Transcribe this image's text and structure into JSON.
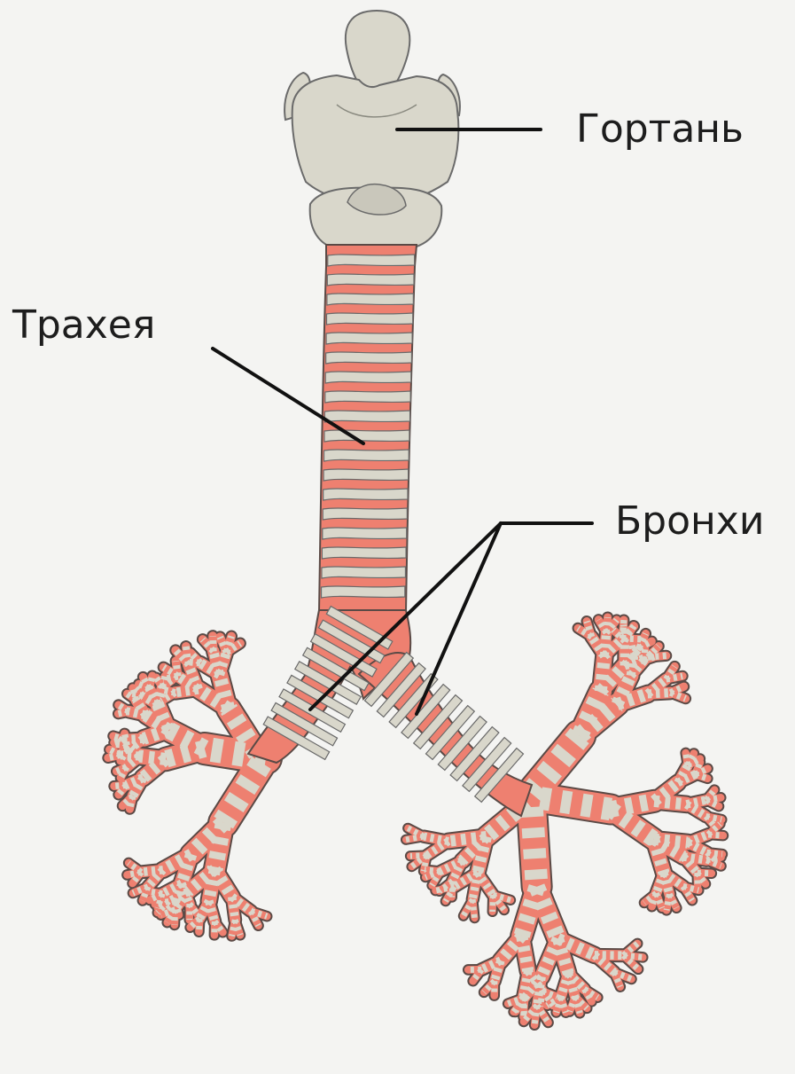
{
  "labels": {
    "larynx": "Гортань",
    "trachea": "Трахея",
    "bronchi": "Бронхи"
  },
  "colors": {
    "cartilage": "#d9d7cb",
    "tissue": "#ee8070",
    "outline": "#5a4a46",
    "leader_line": "#111111",
    "background": "#f4f4f2"
  }
}
